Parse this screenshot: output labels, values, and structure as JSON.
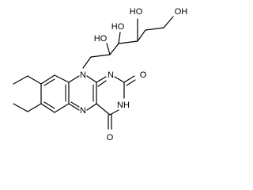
{
  "molecule": {
    "type": "skeletal structural formula",
    "atoms": {
      "N10": "N",
      "N1": "N",
      "N3": "NH",
      "N5": "N",
      "O2": "O",
      "O4": "O",
      "OH_2p": "HO",
      "OH_3p": "HO",
      "OH_4p": "HO",
      "OH_5p": "OH"
    }
  },
  "colors": {
    "ink": "#000000",
    "background": "#ffffff"
  }
}
